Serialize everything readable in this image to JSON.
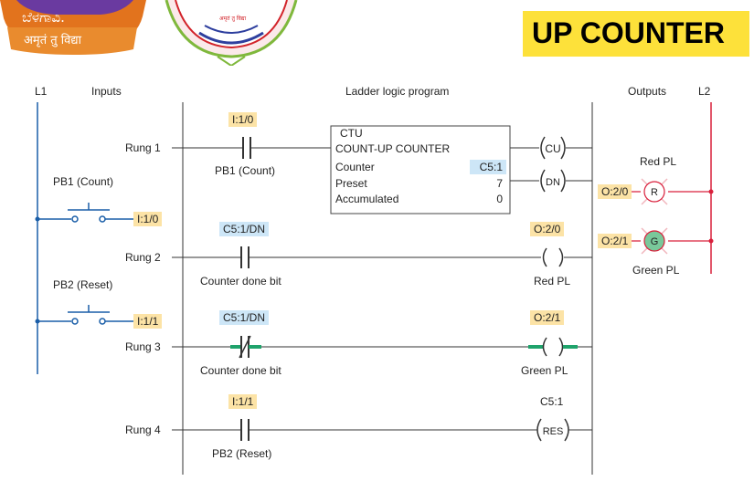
{
  "title": "UP COUNTER",
  "logo": {
    "text_line1": "ಬೆಳಗಾವಿ.",
    "text_line2": "अमृतं तु विद्या",
    "seal_text": "अमृतं तु विद्या"
  },
  "header": {
    "l1": "L1",
    "inputs": "Inputs",
    "program": "Ladder logic program",
    "outputs": "Outputs",
    "l2": "L2"
  },
  "rungs": [
    {
      "label": "Rung 1",
      "tag": "I:1/0",
      "caption": "PB1 (Count)"
    },
    {
      "label": "Rung 2",
      "tag": "C5:1/DN",
      "caption": "Counter done bit",
      "out_tag": "O:2/0",
      "out_caption": "Red PL"
    },
    {
      "label": "Rung 3",
      "tag": "C5:1/DN",
      "caption": "Counter done bit",
      "out_tag": "O:2/1",
      "out_caption": "Green PL"
    },
    {
      "label": "Rung 4",
      "tag": "I:1/1",
      "caption": "PB2 (Reset)",
      "out_tag": "C5:1",
      "out_coil": "RES"
    }
  ],
  "ctu": {
    "type": "CTU",
    "name": "COUNT-UP COUNTER",
    "counter_label": "Counter",
    "counter_value": "C5:1",
    "preset_label": "Preset",
    "preset_value": "7",
    "acc_label": "Accumulated",
    "acc_value": "0",
    "coil_cu": "CU",
    "coil_dn": "DN"
  },
  "inputs": [
    {
      "name": "PB1 (Count)",
      "tag": "I:1/0"
    },
    {
      "name": "PB2 (Reset)",
      "tag": "I:1/1"
    }
  ],
  "outputs": [
    {
      "tag": "O:2/0",
      "letter": "R",
      "name": "Red PL",
      "color": "#f1b6bd"
    },
    {
      "tag": "O:2/1",
      "letter": "G",
      "name": "Green PL",
      "color": "#79c89a"
    }
  ],
  "colors": {
    "rail": "#1a5ea8",
    "out_rail": "#d9203c",
    "highlight_green": "#1fa36b",
    "tag_orange": "#fce3a6",
    "tag_blue": "#cde6f7",
    "title_bg": "#fde13a"
  }
}
